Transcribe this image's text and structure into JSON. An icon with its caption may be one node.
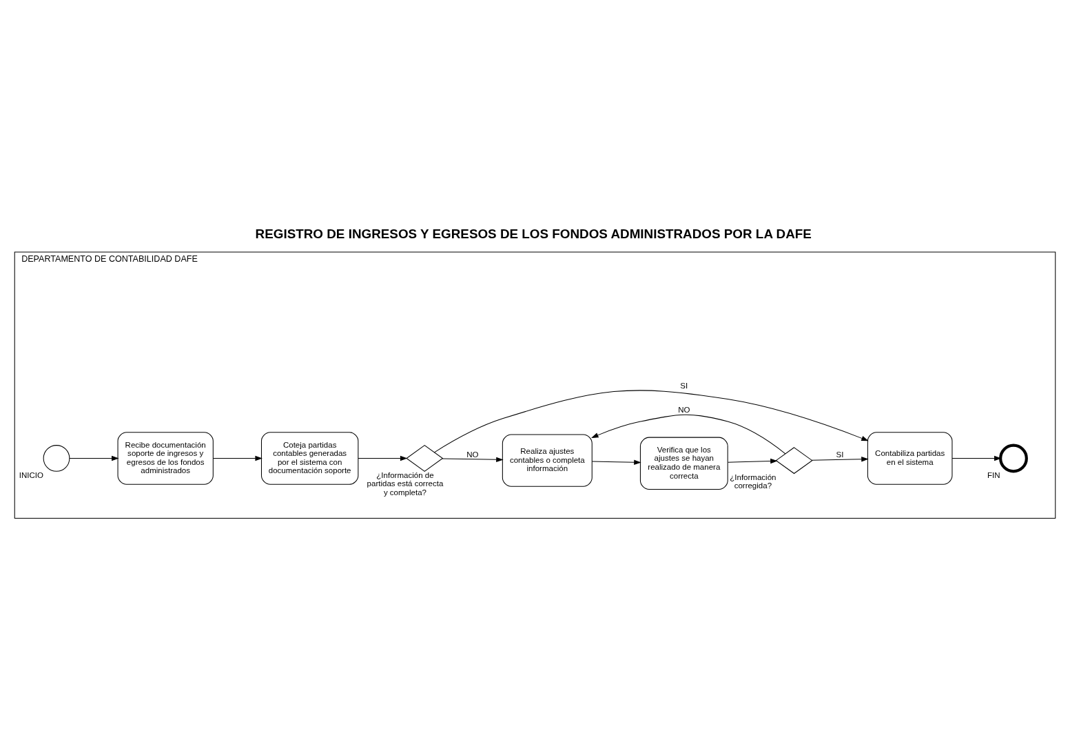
{
  "diagram": {
    "title": "REGISTRO DE INGRESOS Y EGRESOS DE LOS FONDOS ADMINISTRADOS POR LA DAFE",
    "nodes": [
      {
        "text": [
          "DEPARTAMENTO DE CONTABILIDAD DAFE"
        ]
      },
      {
        "text": [
          "INICIO"
        ],
        "in": 0
      },
      {
        "text": [
          "Recibe documentación soporte de ingresos y egresos de los fondos administrados"
        ],
        "in": 0
      },
      {
        "text": [
          "Coteja partidas contables generadas por el sistema con documentación soporte"
        ],
        "in": 0
      },
      {
        "text": [
          "¿Información de partidas está correcta y completa?"
        ],
        "in": 0
      },
      {
        "text": [
          "Realiza ajustes contables o completa información"
        ],
        "in": 0
      },
      {
        "text": [
          "Verifica que los ajustes se hayan realizado de manera correcta"
        ],
        "in": 0
      },
      {
        "text": [
          "¿Información corregida?"
        ],
        "in": 0
      },
      {
        "text": [
          "Contabiliza partidas en el sistema"
        ],
        "in": 0
      },
      {
        "text": [
          "FIN"
        ],
        "in": 0
      }
    ],
    "edges": [
      {
        "from": 1,
        "to": 2,
        "arrow": "to"
      },
      {
        "from": 2,
        "to": 3,
        "arrow": "to"
      },
      {
        "from": 3,
        "to": 4,
        "arrow": "to"
      },
      {
        "from": 4,
        "to": 5,
        "arrow": "to",
        "label": "NO"
      },
      {
        "from": 5,
        "to": 6,
        "arrow": "to"
      },
      {
        "from": 6,
        "to": 7,
        "arrow": "to"
      },
      {
        "from": 7,
        "to": 8,
        "arrow": "to",
        "label": "SI"
      },
      {
        "from": 7,
        "to": 5,
        "arrow": "to",
        "label": "NO"
      },
      {
        "from": 4,
        "to": 8,
        "arrow": "to",
        "label": "SI"
      },
      {
        "from": 8,
        "to": 9,
        "arrow": "to"
      }
    ]
  }
}
